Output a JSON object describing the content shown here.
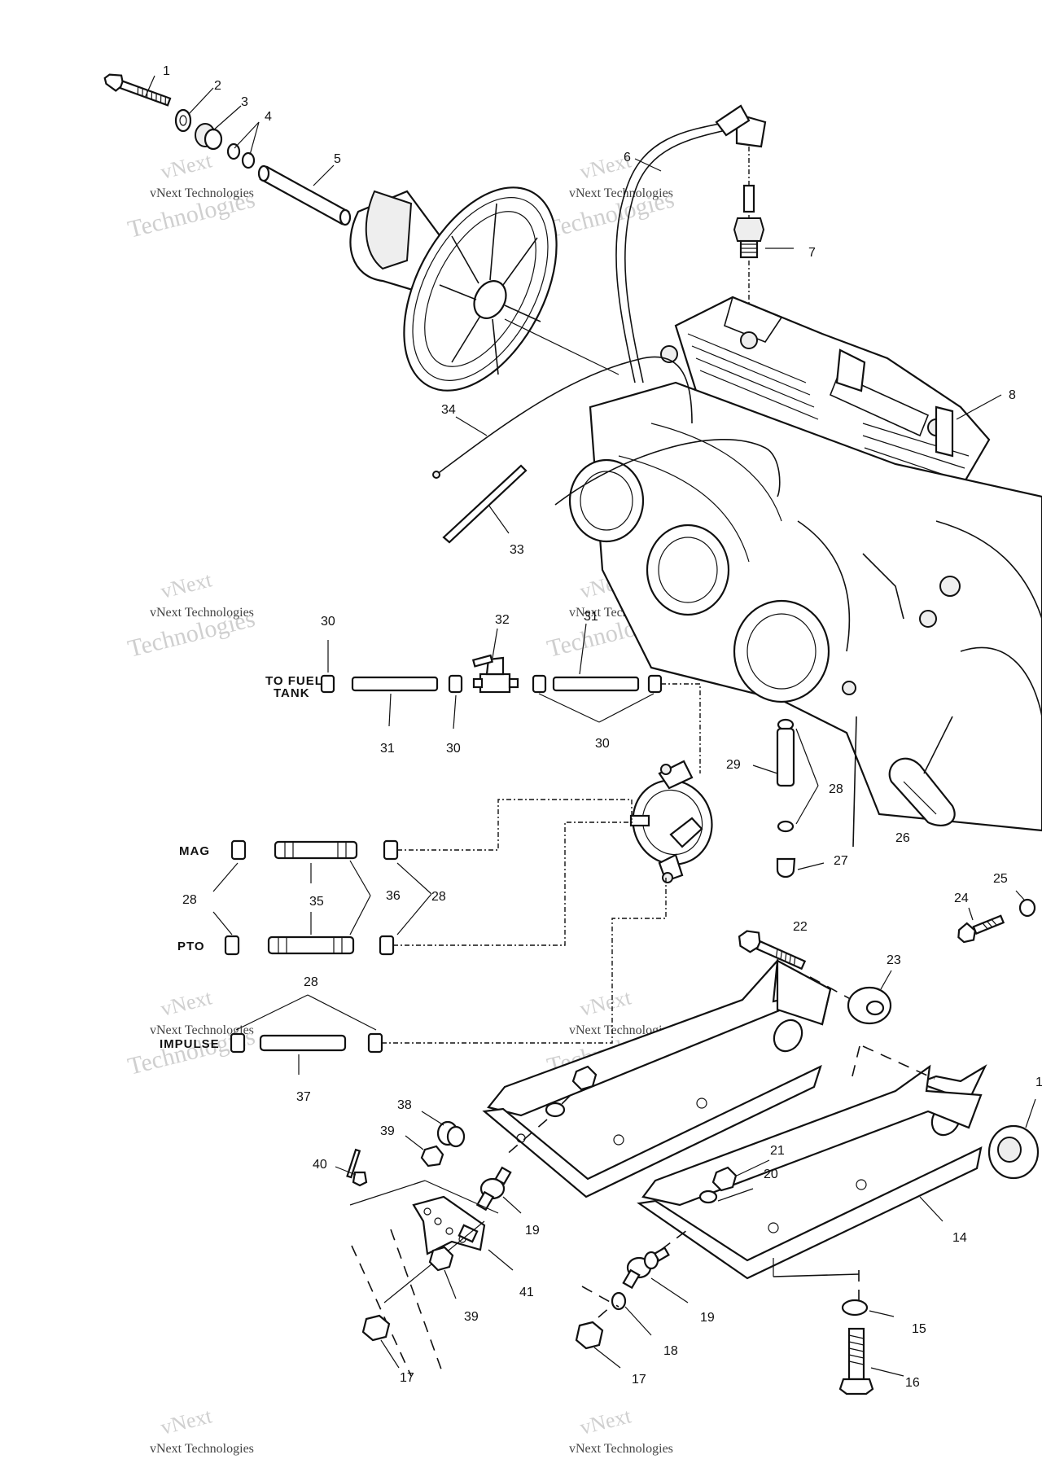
{
  "callouts": {
    "n1": "1",
    "n2": "2",
    "n3": "3",
    "n4": "4",
    "n5": "5",
    "n6": "6",
    "n7": "7",
    "n8": "8",
    "n14": "14",
    "n15": "15",
    "n16": "16",
    "n17a": "17",
    "n17b": "17",
    "n18": "18",
    "n19a": "19",
    "n19b": "19",
    "n20": "20",
    "n21": "21",
    "n22": "22",
    "n23": "23",
    "n24": "24",
    "n25": "25",
    "n26": "26",
    "n27": "27",
    "n28a": "28",
    "n28b": "28",
    "n28c": "28",
    "n28d": "28",
    "n29": "29",
    "n30a": "30",
    "n30b": "30",
    "n30c": "30",
    "n31a": "31",
    "n31b": "31",
    "n32": "32",
    "n33": "33",
    "n34": "34",
    "n35": "35",
    "n36": "36",
    "n37": "37",
    "n38": "38",
    "n39a": "39",
    "n39b": "39",
    "n40": "40",
    "n41": "41",
    "n1r": "1"
  },
  "text_labels": {
    "to_fuel_1": "TO FUEL",
    "to_fuel_2": "TANK",
    "mag": "MAG",
    "pto": "PTO",
    "impulse": "IMPULSE"
  },
  "watermark": {
    "top": "vNext",
    "line": "vNext Technologies",
    "big": "Technologies"
  },
  "colors": {
    "ink": "#111111",
    "watermark": "#cfcfcf",
    "background": "#ffffff"
  }
}
